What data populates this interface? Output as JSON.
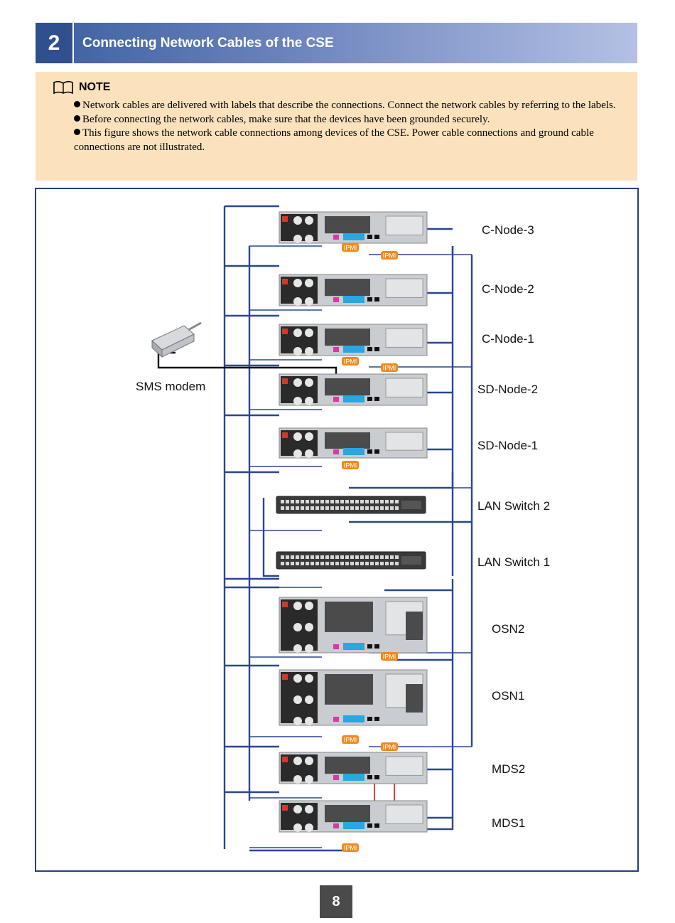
{
  "section": {
    "number": "2",
    "title": "Connecting Network Cables of the CSE"
  },
  "note": {
    "icon": "book-icon",
    "label": "NOTE",
    "items": [
      "Network cables are delivered with labels that describe the connections. Connect the network cables by referring to the labels.",
      "Before connecting the network cables, make sure that the devices have been grounded securely.",
      "This figure shows the network cable connections among devices of the CSE. Power cable connections and ground cable connections are not illustrated."
    ]
  },
  "diagram": {
    "devices": [
      "C-Node-3",
      "C-Node-2",
      "C-Node-1",
      "SD-Node-2",
      "SD-Node-1",
      "LAN Switch 2",
      "LAN Switch 1",
      "OSN2",
      "OSN1",
      "MDS2",
      "MDS1"
    ],
    "modem_label": "SMS modem",
    "port_tag": "IPMI",
    "colors": {
      "cable": "#2a4690",
      "ipmi": "#f08a1e",
      "crossover": "#d8443a",
      "border": "#24407e"
    }
  },
  "page_number": "8"
}
